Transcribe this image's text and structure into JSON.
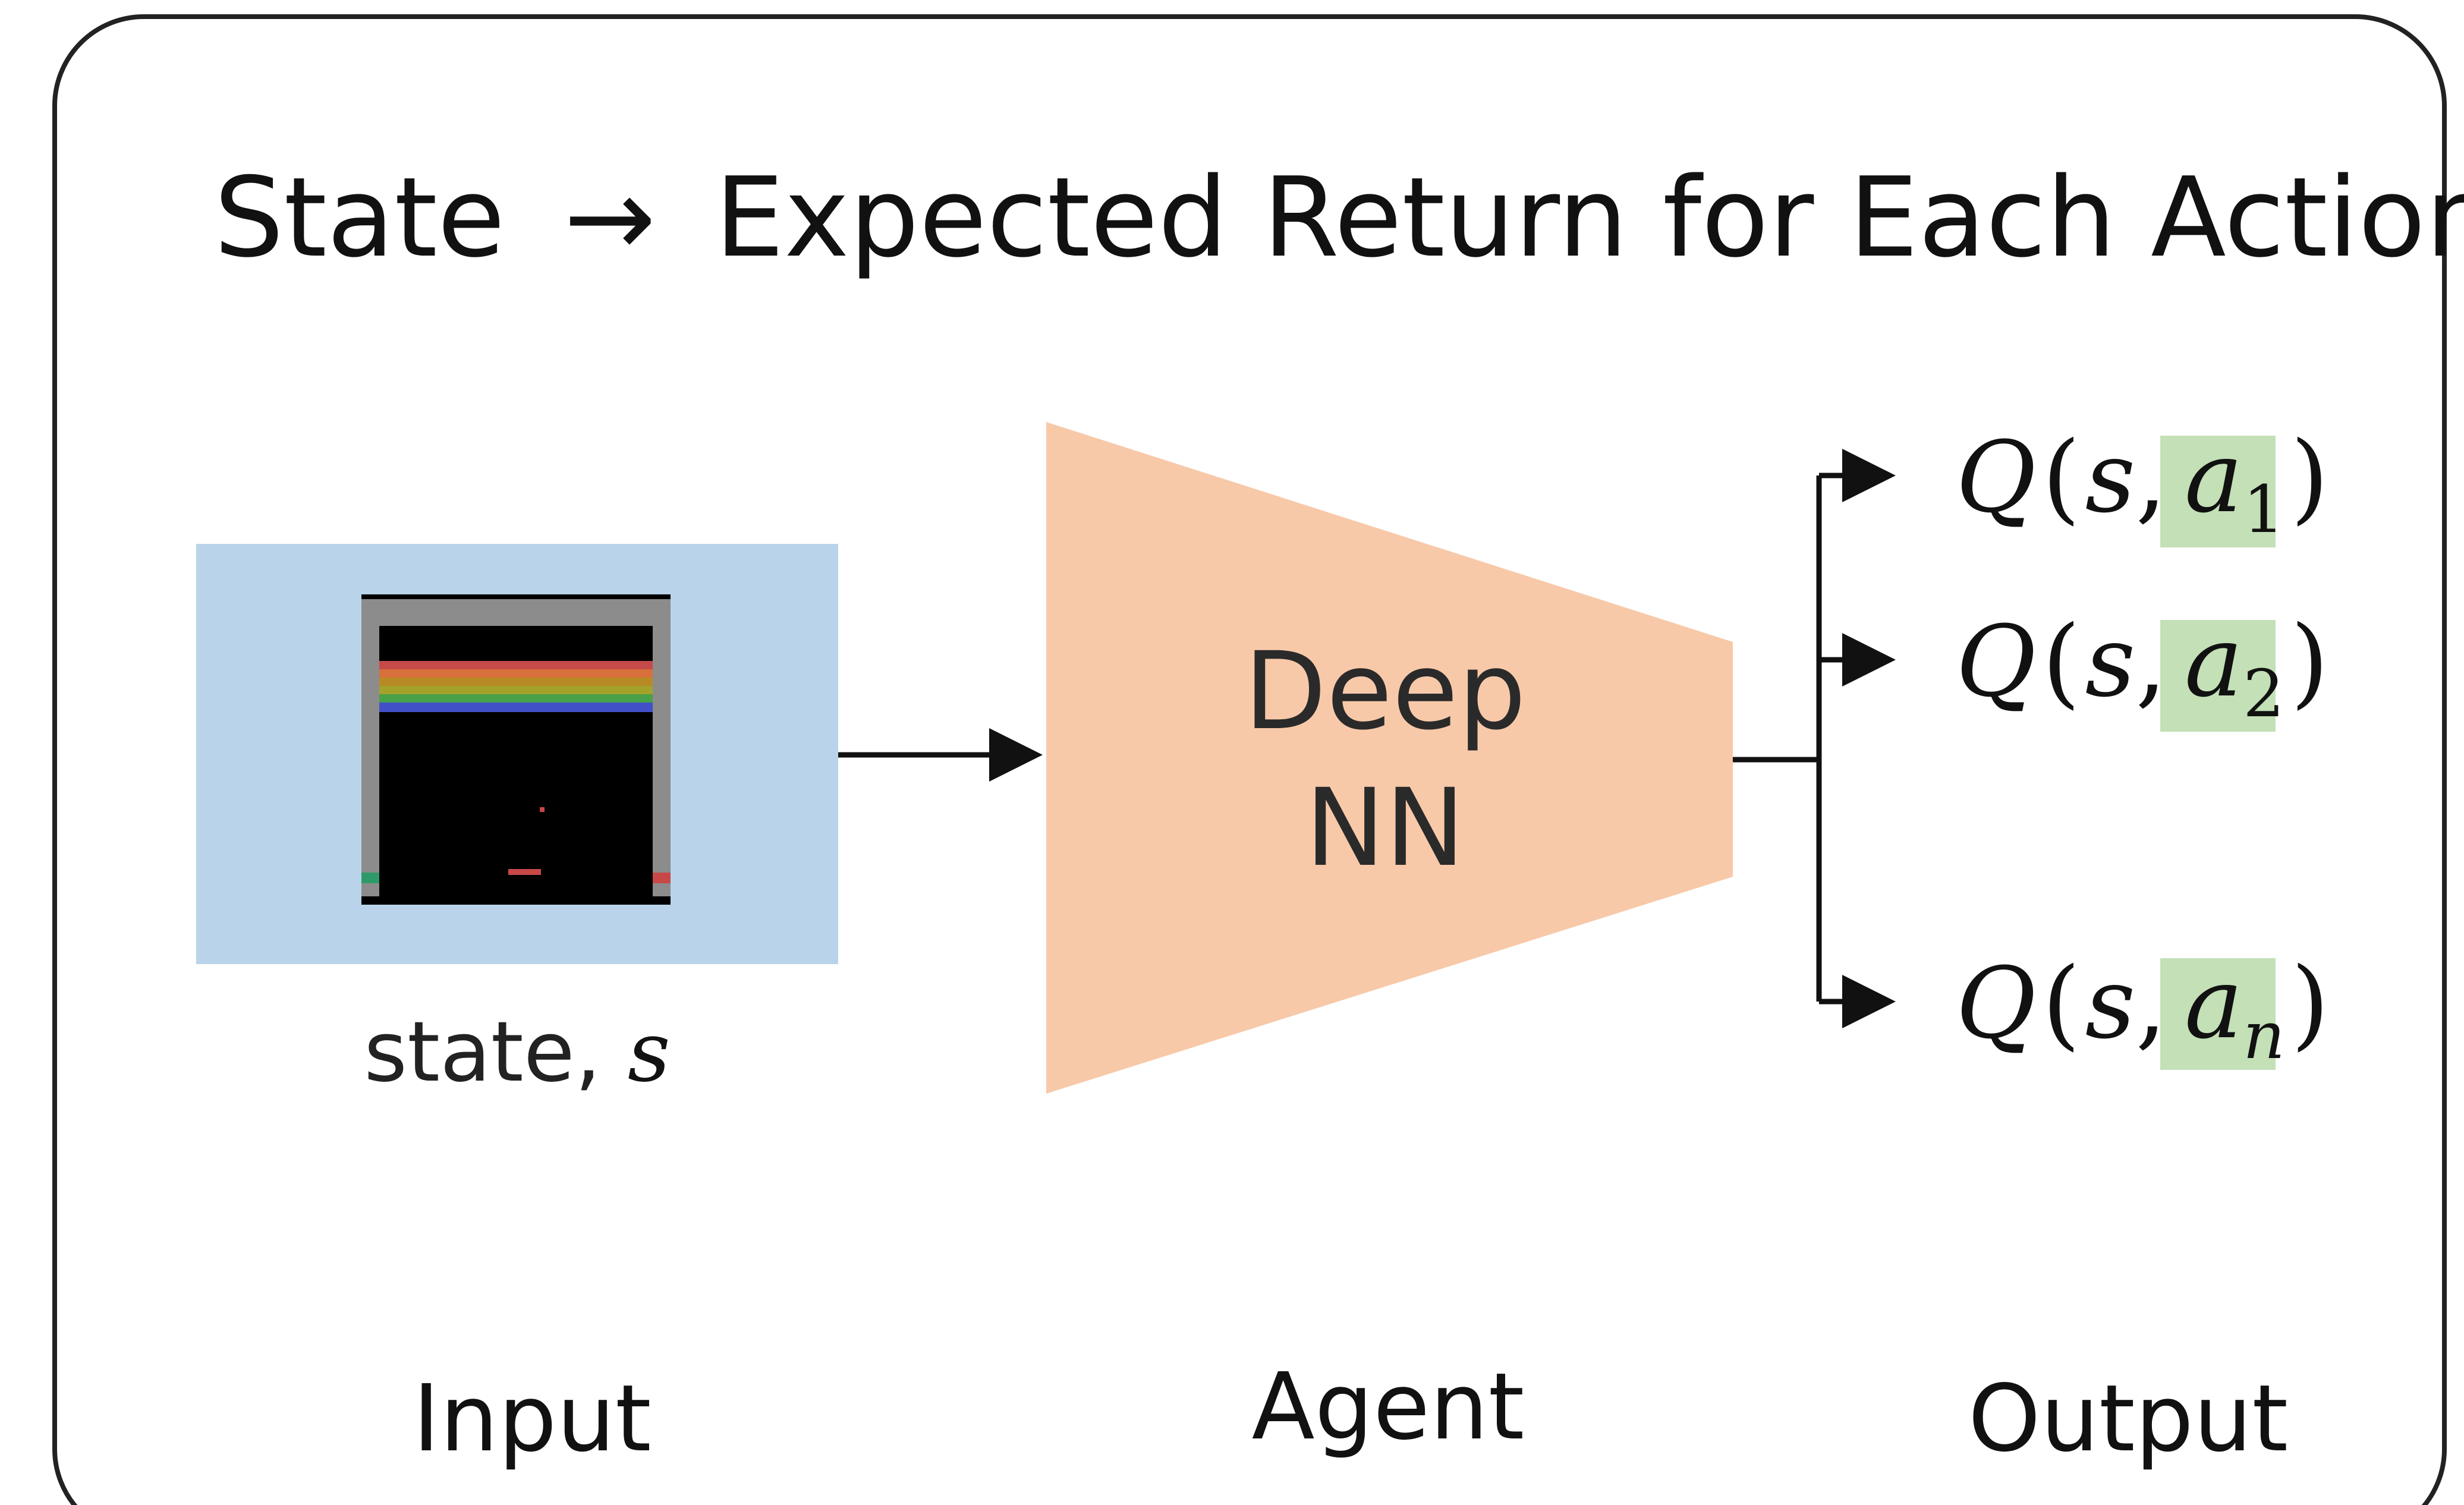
{
  "title": {
    "state": "State",
    "arrow": "→",
    "rest": "Expected Return for Each Action"
  },
  "input": {
    "state_text": "state, ",
    "state_var": "s",
    "column_label": "Input"
  },
  "agent": {
    "line1": "Deep",
    "line2": "NN",
    "column_label": "Agent"
  },
  "output": {
    "column_label": "Output",
    "q_values": [
      {
        "func": "Q",
        "open": "(",
        "state": "s",
        "comma": ",",
        "action": "a",
        "sub": "1",
        "close": ")"
      },
      {
        "func": "Q",
        "open": "(",
        "state": "s",
        "comma": ",",
        "action": "a",
        "sub": "2",
        "close": ")"
      },
      {
        "func": "Q",
        "open": "(",
        "state": "s",
        "comma": ",",
        "action": "a",
        "sub": "n",
        "close": ")"
      }
    ]
  },
  "colors": {
    "input_bg": "#b9d4ea",
    "nn_fill": "#f7c9a9",
    "action_highlight": "#c3e0b6",
    "frame_border": "#222222"
  }
}
